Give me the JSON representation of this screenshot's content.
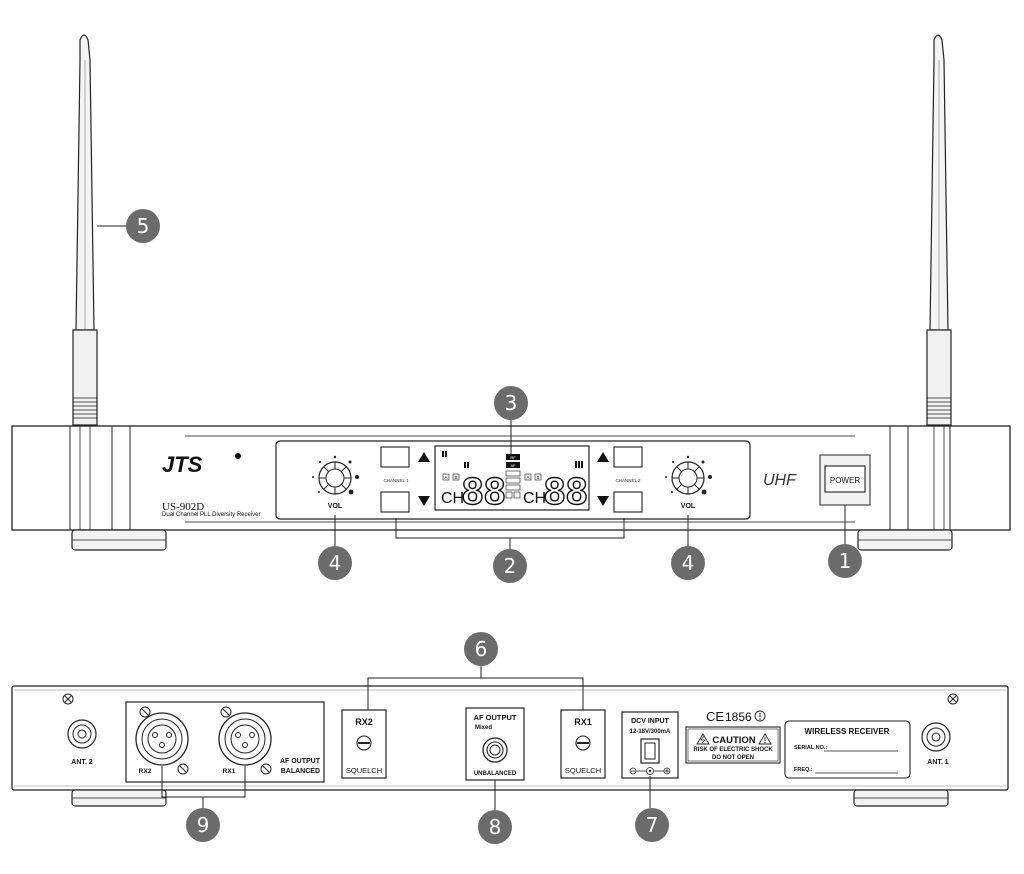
{
  "front": {
    "brand": "JTS",
    "model": "US-902D",
    "model_sub": "Dual Channel PLL Diversity Receiver",
    "uhf": "UHF",
    "power_label": "POWER",
    "vol_left": "VOL",
    "vol_right": "VOL",
    "channel1": "CHANNEL 1",
    "channel2": "CHANNEL 2",
    "lcd": {
      "ch_label": "CH",
      "digits_left": "88",
      "digits_right": "88",
      "ab_a": "A",
      "ab_b": "B",
      "rf": "RF",
      "af": "AF",
      "sq": "SQ",
      "mute": "MUTE"
    }
  },
  "rear": {
    "ant2": "ANT. 2",
    "ant1": "ANT. 1",
    "xlr_rx2": "RX2",
    "xlr_rx1": "RX1",
    "af_output_balanced_1": "AF OUTPUT",
    "af_output_balanced_2": "BALANCED",
    "squelch_rx2_title": "RX2",
    "squelch_rx2_label": "SQUELCH",
    "af_output_title": "AF OUTPUT",
    "af_output_mixed": "Mixed",
    "af_output_unbalanced": "UNBALANCED",
    "squelch_rx1_title": "RX1",
    "squelch_rx1_label": "SQUELCH",
    "dc_input_title": "DCV INPUT",
    "dc_input_spec": "12-18V/300mA",
    "ce_mark": "CE",
    "ce_number": "1856",
    "caution_title": "CAUTION",
    "caution_line1": "RISK OF ELECTRIC SHOCK",
    "caution_line2": "DO NOT OPEN",
    "label_title": "WIRELESS RECEIVER",
    "label_serial": "SERIAL NO.:",
    "label_freq": "FREQ.:"
  },
  "callouts": [
    "1",
    "2",
    "3",
    "4",
    "4",
    "5",
    "6",
    "7",
    "8",
    "9"
  ],
  "colors": {
    "callout_fill": "#6b6b6b",
    "outline": "#222222"
  }
}
